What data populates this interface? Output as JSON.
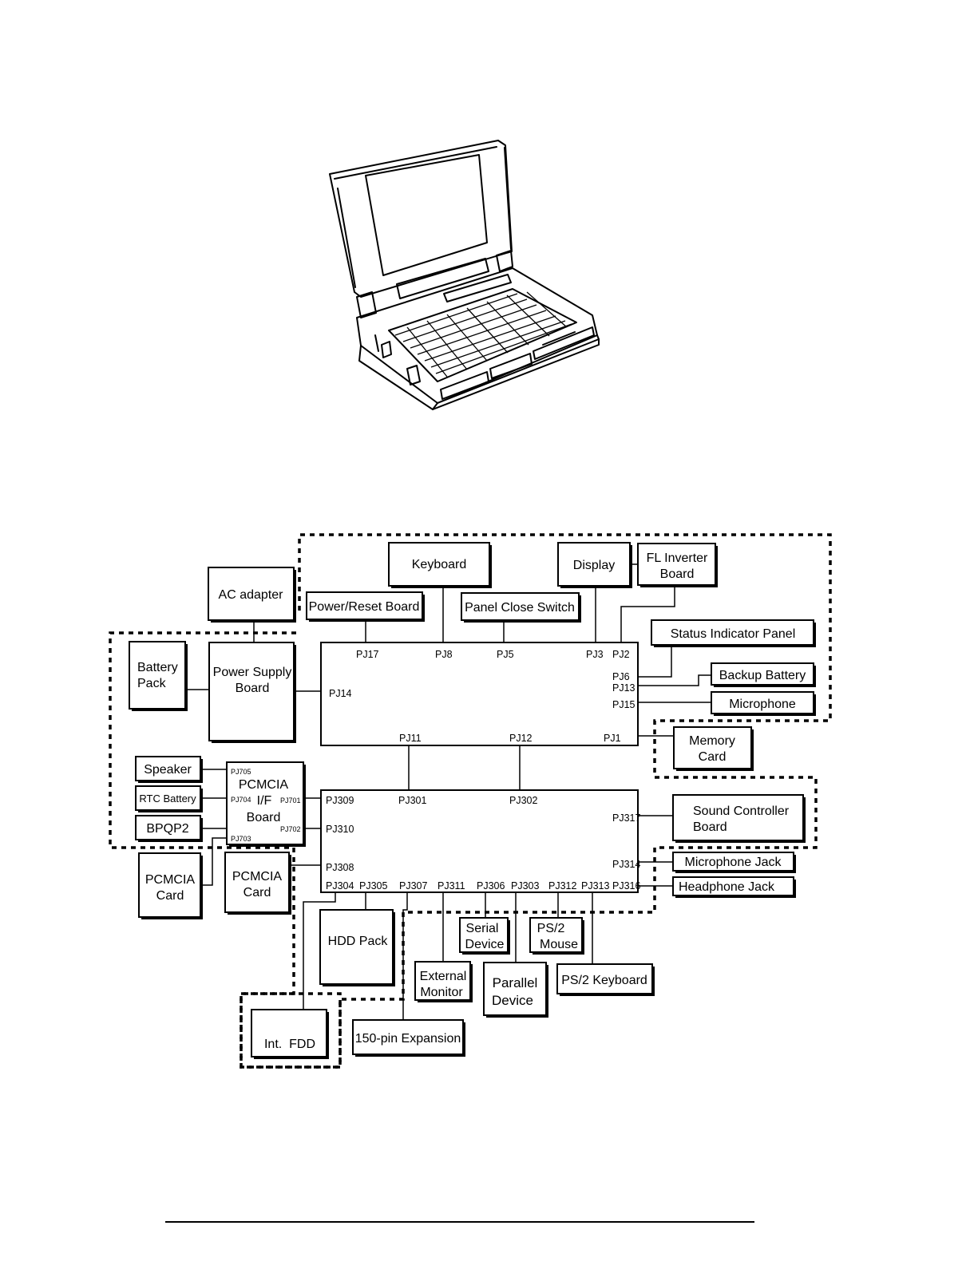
{
  "units": {
    "ac_adapter": "AC adapter",
    "battery_pack": [
      "Battery",
      "Pack"
    ],
    "power_supply_board": [
      "Power Supply",
      "Board"
    ],
    "power_reset_board": "Power/Reset Board",
    "keyboard": "Keyboard",
    "panel_close_switch": "Panel Close Switch",
    "display": "Display",
    "fl_inverter_board": [
      "FL Inverter",
      "Board"
    ],
    "status_indicator_panel": "Status Indicator Panel",
    "backup_battery": "Backup Battery",
    "microphone": "Microphone",
    "memory_card": [
      "Memory",
      "Card"
    ],
    "speaker": "Speaker",
    "rtc_battery": "RTC Battery",
    "bpqp2": "BPQP2",
    "pcmcia_if_board": [
      "PCMCIA",
      "I/F",
      "Board"
    ],
    "pcmcia_card_left": [
      "PCMCIA",
      "Card"
    ],
    "pcmcia_card_right": [
      "PCMCIA",
      "Card"
    ],
    "sound_controller_board": [
      "Sound Controller",
      "Board"
    ],
    "microphone_jack": "Microphone Jack",
    "headphone_jack": "Headphone Jack",
    "hdd_pack": "HDD Pack",
    "int_fdd": "Int.  FDD",
    "expansion_150pin": "150-pin Expansion",
    "external_monitor": [
      "External",
      "Monitor"
    ],
    "serial_device": [
      "Serial",
      "Device"
    ],
    "parallel_device": [
      "Parallel",
      "Device"
    ],
    "ps2_mouse": [
      "PS/2",
      "Mouse"
    ],
    "ps2_keyboard": "PS/2 Keyboard"
  },
  "connectors": {
    "system_board": [
      "PJ17",
      "PJ8",
      "PJ5",
      "PJ3",
      "PJ2",
      "PJ6",
      "PJ13",
      "PJ15",
      "PJ14",
      "PJ11",
      "PJ12",
      "PJ1"
    ],
    "io_board": [
      "PJ309",
      "PJ301",
      "PJ302",
      "PJ317",
      "PJ310",
      "PJ308",
      "PJ314",
      "PJ304",
      "PJ305",
      "PJ307",
      "PJ311",
      "PJ306",
      "PJ303",
      "PJ312",
      "PJ313",
      "PJ316"
    ],
    "pcmcia_if_board": [
      "PJ705",
      "PJ704",
      "PJ701",
      "PJ702",
      "PJ703"
    ]
  }
}
